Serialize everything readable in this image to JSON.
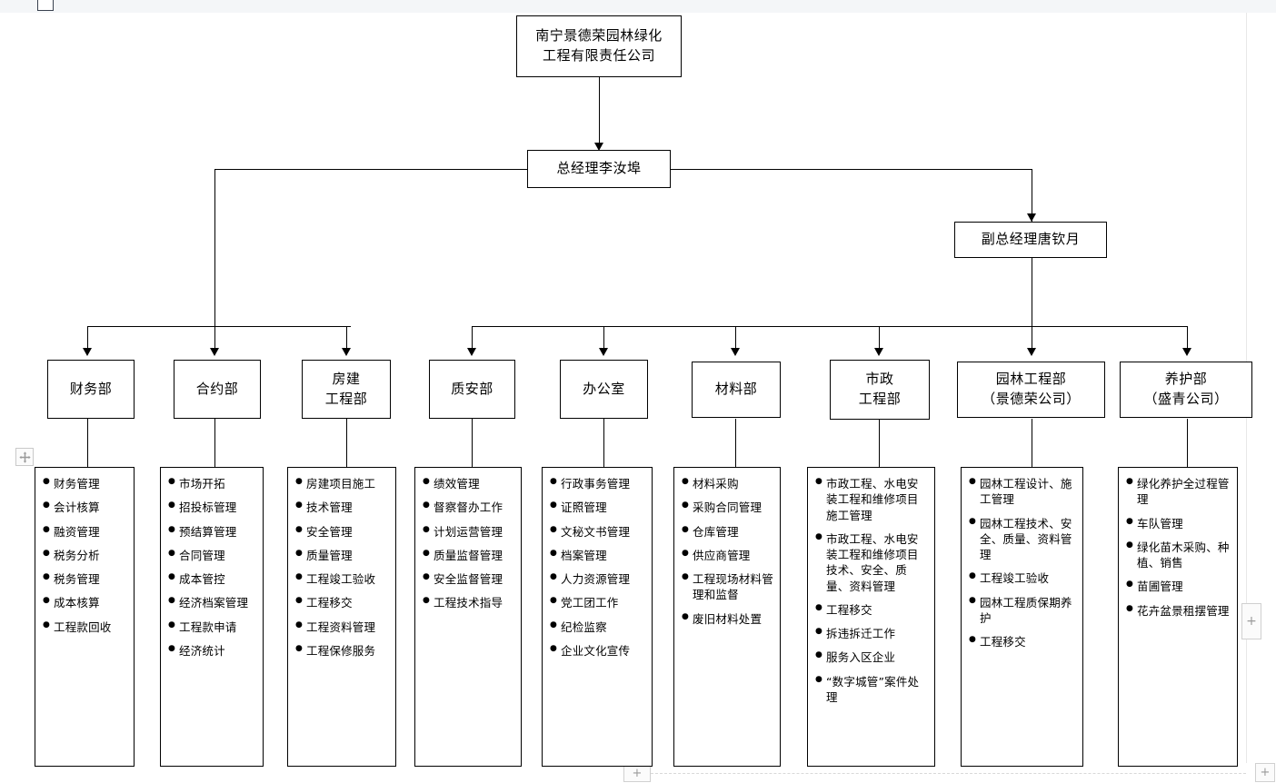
{
  "chrome": {
    "move_handle_icon": "move-icon",
    "add_right_label": "+",
    "add_bottom_label": "+",
    "add_corner_label": "+"
  },
  "org": {
    "company": "南宁景德荣园林绿化\n工程有限责任公司",
    "general_manager": "总经理李汝埠",
    "deputy_general_manager": "副总经理唐钦月",
    "departments": [
      {
        "name": "财务部",
        "duties": [
          "财务管理",
          "会计核算",
          "融资管理",
          "税务分析",
          "税务管理",
          "成本核算",
          "工程款回收"
        ]
      },
      {
        "name": "合约部",
        "duties": [
          "市场开拓",
          "招投标管理",
          "预结算管理",
          "合同管理",
          "成本管控",
          "经济档案管理",
          "工程款申请",
          "经济统计"
        ]
      },
      {
        "name": "房建\n工程部",
        "duties": [
          "房建项目施工",
          "技术管理",
          "安全管理",
          "质量管理",
          "工程竣工验收",
          "工程移交",
          "工程资料管理",
          "工程保修服务"
        ]
      },
      {
        "name": "质安部",
        "duties": [
          "绩效管理",
          "督察督办工作",
          "计划运营管理",
          "质量监督管理",
          "安全监督管理",
          "工程技术指导"
        ]
      },
      {
        "name": "办公室",
        "duties": [
          "行政事务管理",
          "证照管理",
          "文秘文书管理",
          "档案管理",
          "人力资源管理",
          "党工团工作",
          "纪检监察",
          "企业文化宣传"
        ]
      },
      {
        "name": "材料部",
        "duties": [
          "材料采购",
          "采购合同管理",
          "仓库管理",
          "供应商管理",
          "工程现场材料管理和监督",
          "废旧材料处置"
        ]
      },
      {
        "name": "市政\n工程部",
        "duties": [
          "市政工程、水电安装工程和维修项目施工管理",
          "市政工程、水电安装工程和维修项目技术、安全、质量、资料管理",
          "工程移交",
          "拆违拆迁工作",
          "服务入区企业",
          "“数字城管”案件处理"
        ]
      },
      {
        "name": "园林工程部\n（景德荣公司）",
        "duties": [
          "园林工程设计、施工管理",
          "园林工程技术、安全、质量、资料管理",
          "工程竣工验收",
          "园林工程质保期养护",
          "工程移交"
        ]
      },
      {
        "name": "养护部\n（盛青公司）",
        "duties": [
          "绿化养护全过程管理",
          "车队管理",
          "绿化苗木采购、种植、销售",
          "苗圃管理",
          "花卉盆景租摆管理"
        ]
      }
    ]
  }
}
